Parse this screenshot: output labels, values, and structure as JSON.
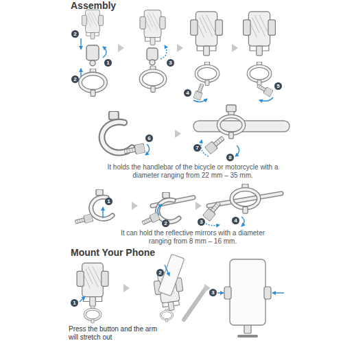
{
  "diagram": {
    "title": "Assembly",
    "labels": [
      "2",
      "1",
      "2",
      "3",
      "4",
      "5",
      "6",
      "7",
      "8",
      "It holds the handlebar of the bicycle or motorcycle with a diameter ranging from 22 mm – 35 mm.",
      "1",
      "2",
      "3",
      "4",
      "It can hold the reflective mirrors with a diameter ranging from 8 mm – 16 mm.",
      "Mount Your Phone",
      "1",
      "2",
      "3",
      "Press the button and the arm will stretch out"
    ]
  }
}
